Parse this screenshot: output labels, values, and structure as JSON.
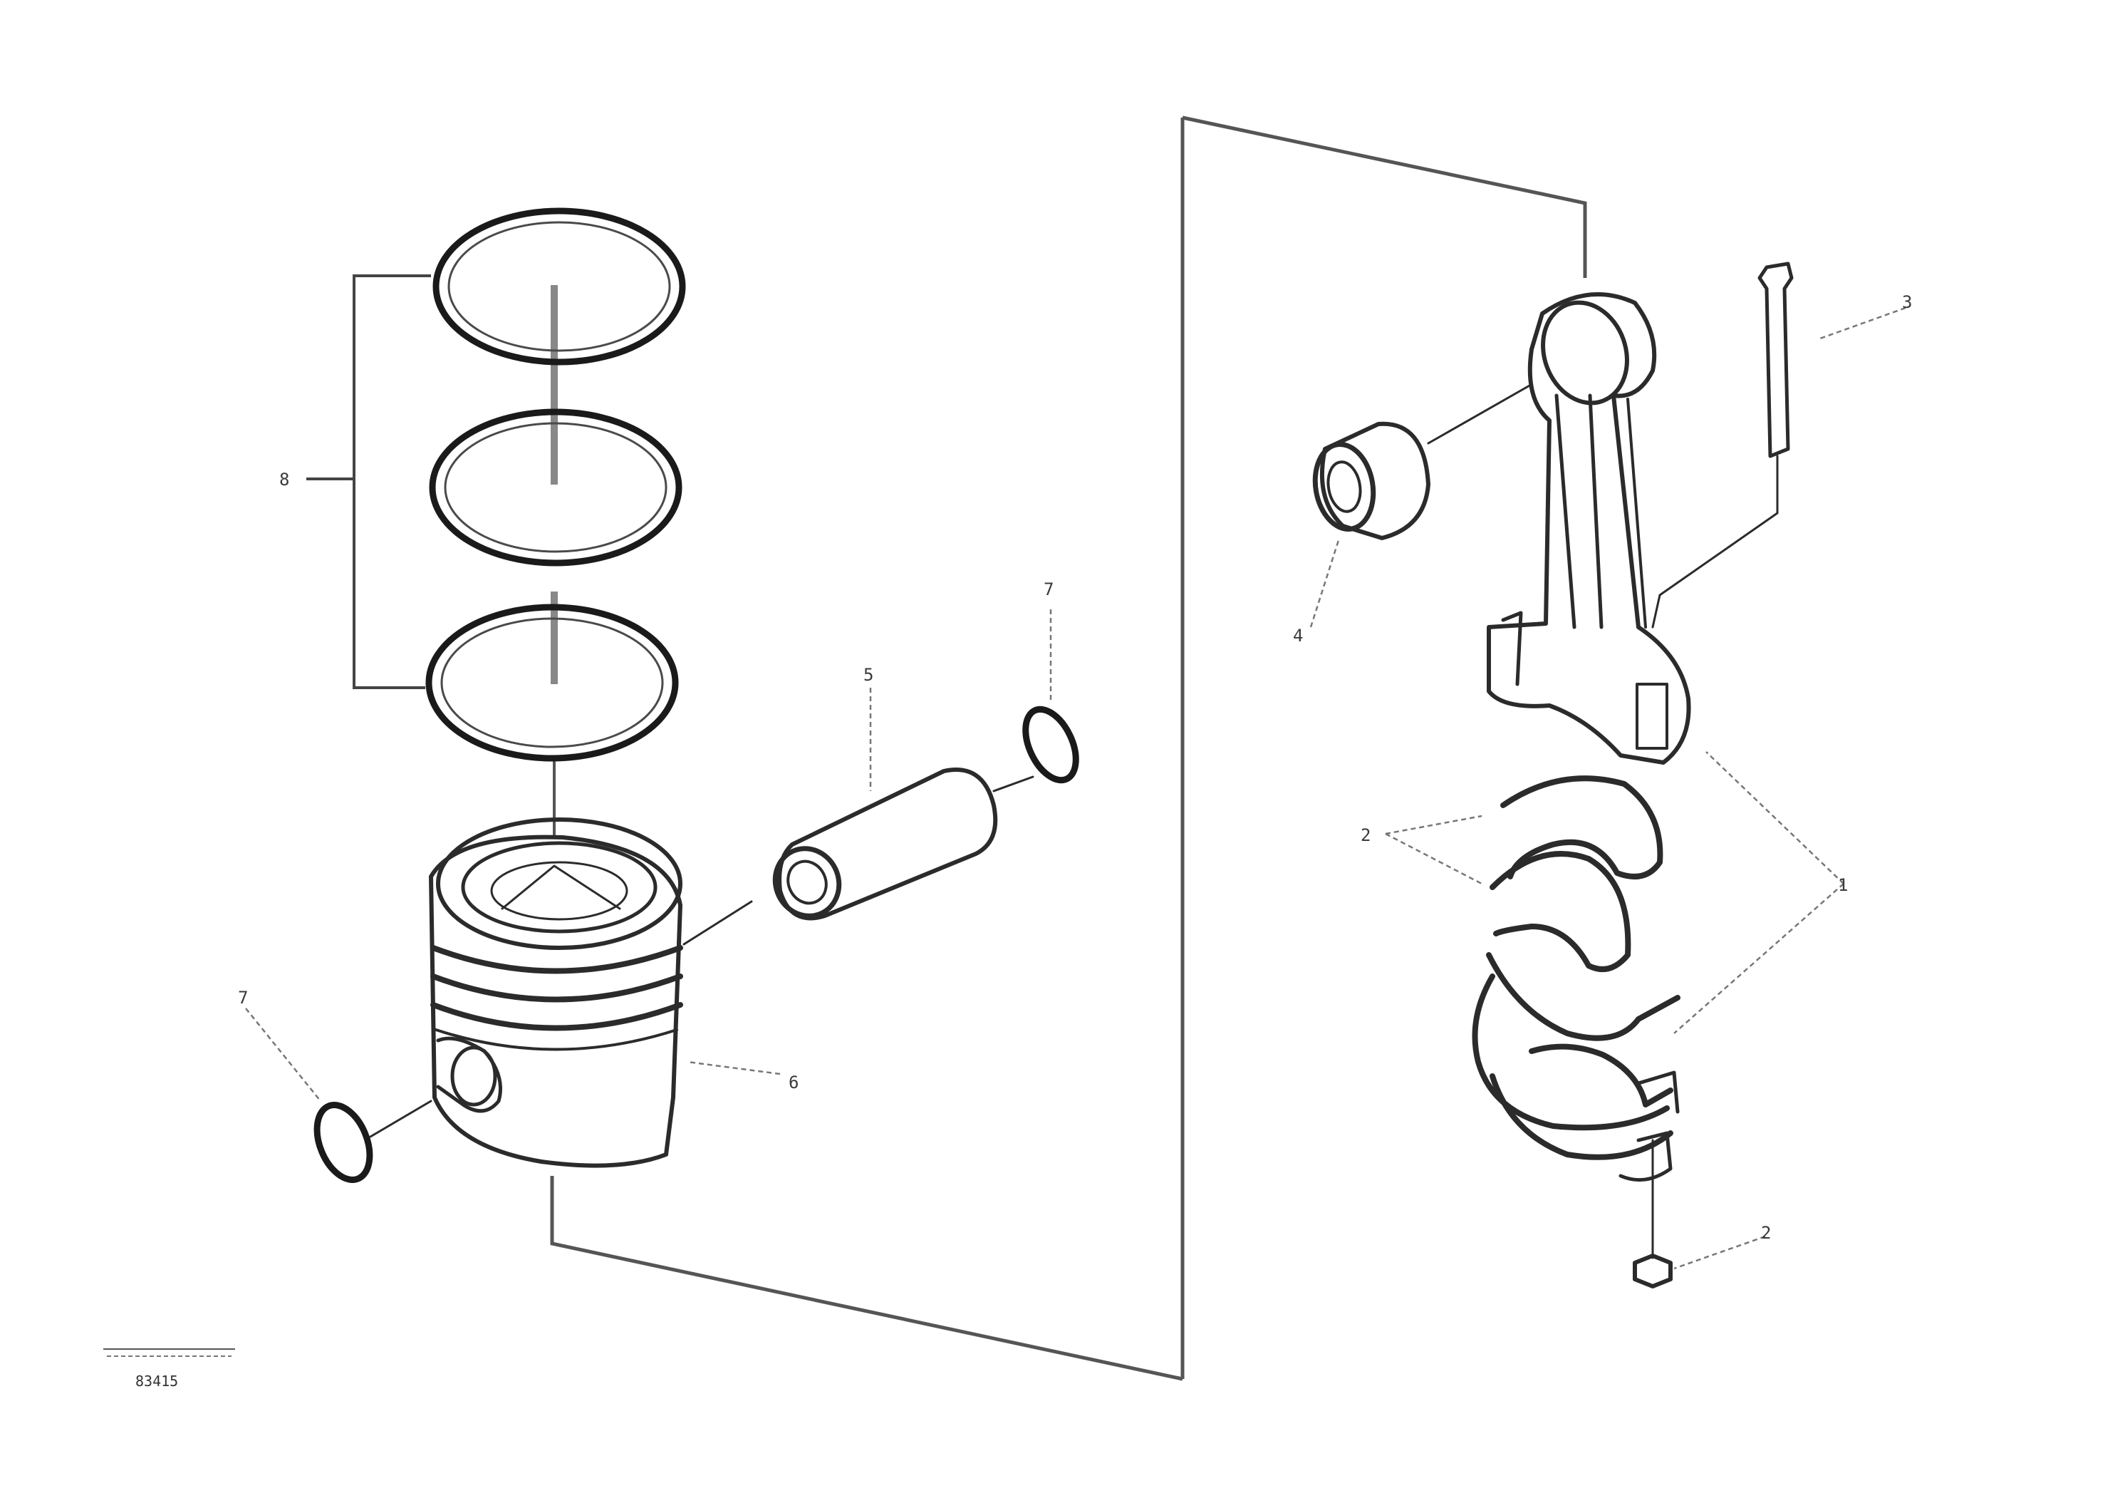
{
  "callouts": {
    "piston_rings": "8",
    "piston_pin_clip_top": "7",
    "piston_pin": "5",
    "piston_pin_clip_left": "7",
    "piston": "6",
    "bushing": "4",
    "con_rod_bolt": "3",
    "bearing_shells": "2",
    "connecting_rod": "1",
    "nut": "2"
  },
  "image_reference": {
    "line1": "",
    "line2": "83415"
  }
}
